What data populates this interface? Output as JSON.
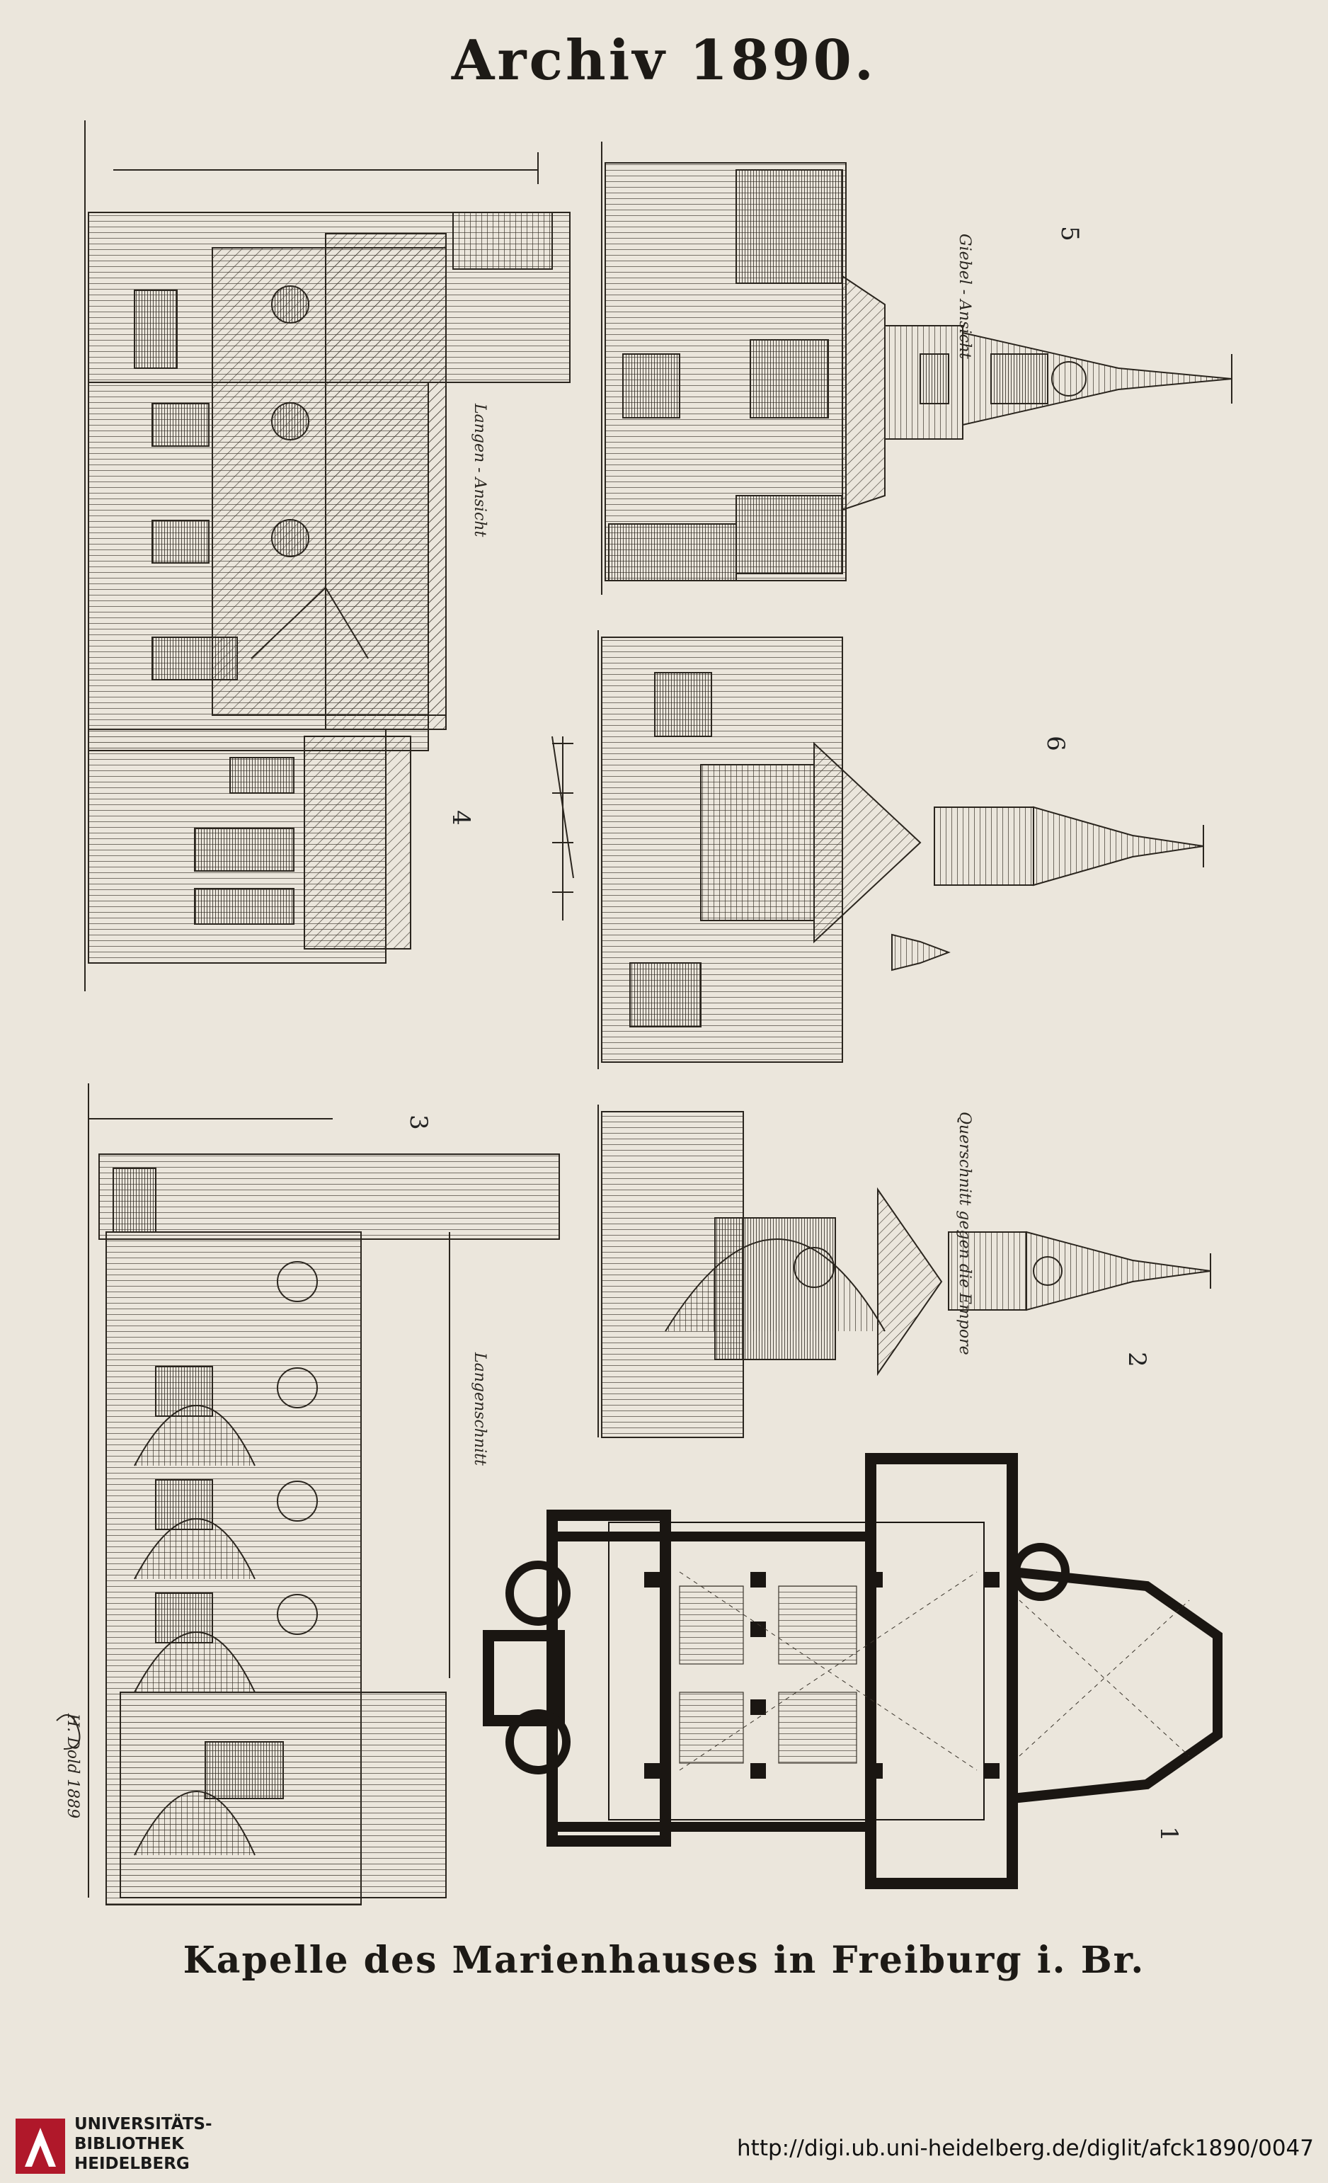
{
  "header": {
    "title": "Archiv 1890."
  },
  "caption": "Kapelle des Marienhauses in Freiburg i. Br.",
  "figures": [
    {
      "num": "5",
      "label": "Giebel - Ansicht"
    },
    {
      "num": "4",
      "label": "Langen - Ansicht"
    },
    {
      "num": "6",
      "label": ""
    },
    {
      "num": "3",
      "label": "Langenschnitt"
    },
    {
      "num": "2",
      "label": "Querschnitt gegen die Empore"
    },
    {
      "num": "1",
      "label": ""
    }
  ],
  "signature": "H. Dold 1889",
  "footer": {
    "url": "http://digi.ub.uni-heidelberg.de/diglit/afck1890/0047",
    "logo_line1": "UNIVERSITÄTS-",
    "logo_line2": "BIBLIOTHEK",
    "logo_line3": "HEIDELBERG"
  },
  "colors": {
    "paper": "#ebe6dc",
    "ink": "#1d1a16",
    "logo_red": "#b0182a"
  }
}
